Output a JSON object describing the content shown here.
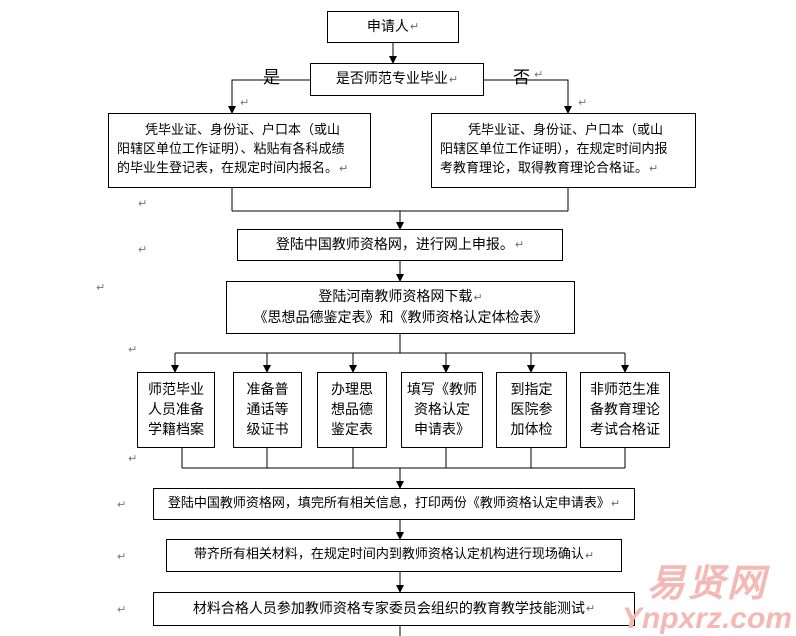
{
  "return_mark": "↵",
  "nodes": {
    "applicant": "申请人",
    "is_normal_grad": "是否师范专业毕业",
    "yes_label": "是",
    "no_label": "否",
    "left_branch": [
      "凭毕业证、身份证、户口本（或山",
      "阳辖区单位工作证明）、粘贴有各科成绩",
      "的毕业生登记表，在规定时间内报名。"
    ],
    "right_branch": [
      "凭毕业证、身份证、户口本（或山",
      "阳辖区单位工作证明），在规定时间内报",
      "考教育理论，取得教育理论合格证。"
    ],
    "login_online": "登陆中国教师资格网，进行网上申报。",
    "download_forms": [
      "登陆河南教师资格网下载",
      "《思想品德鉴定表》和《教师资格认定体检表》"
    ],
    "steps": [
      [
        "师范毕业",
        "人员准备",
        "学籍档案"
      ],
      [
        "准备普",
        "通话等",
        "级证书"
      ],
      [
        "办理思",
        "想品德",
        "鉴定表"
      ],
      [
        "填写《教师",
        "资格认定",
        "申请表》"
      ],
      [
        "到指定",
        "医院参",
        "加体检"
      ],
      [
        "非师范生准",
        "备教育理论",
        "考试合格证"
      ]
    ],
    "print_forms": "登陆中国教师资格网，填完所有相关信息，打印两份《教师资格认定申请表》",
    "onsite_confirm": "带齐所有相关材料，在规定时间内到教师资格认定机构进行现场确认",
    "skills_test": "材料合格人员参加教师资格专家委员会组织的教育教学技能测试"
  },
  "watermark": {
    "cn": "易贤网",
    "en": "Ynpxrz.com"
  }
}
